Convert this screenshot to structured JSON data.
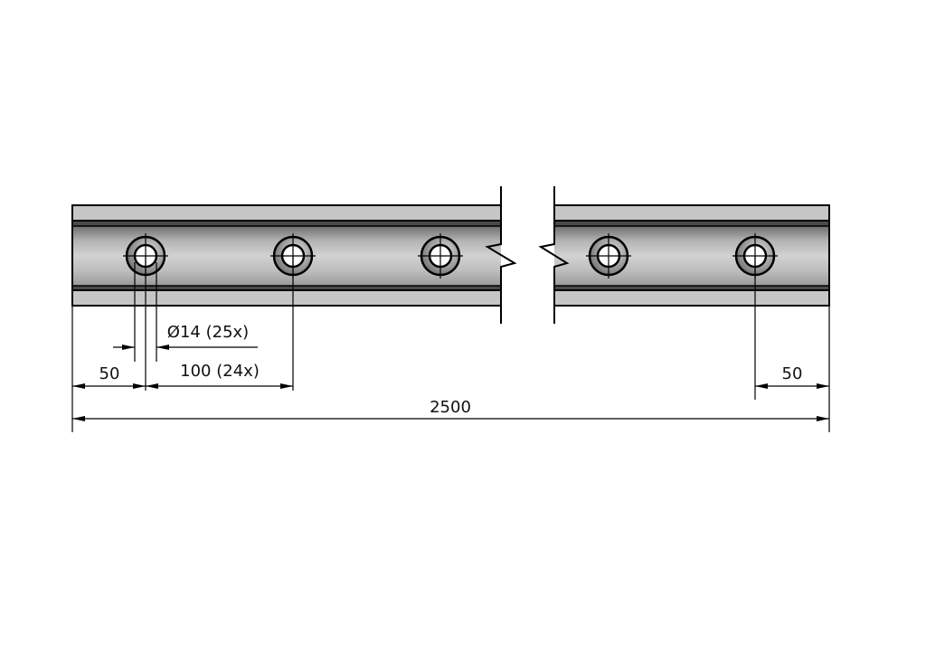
{
  "drawing": {
    "hole_label": "Ø14 (25x)",
    "pitch_label": "100 (24x)",
    "left_offset_label": "50",
    "right_offset_label": "50",
    "overall_length_label": "2500"
  },
  "colors": {
    "rail_light": "#c8c8c8",
    "rail_dark": "#555555",
    "line": "#000000"
  }
}
